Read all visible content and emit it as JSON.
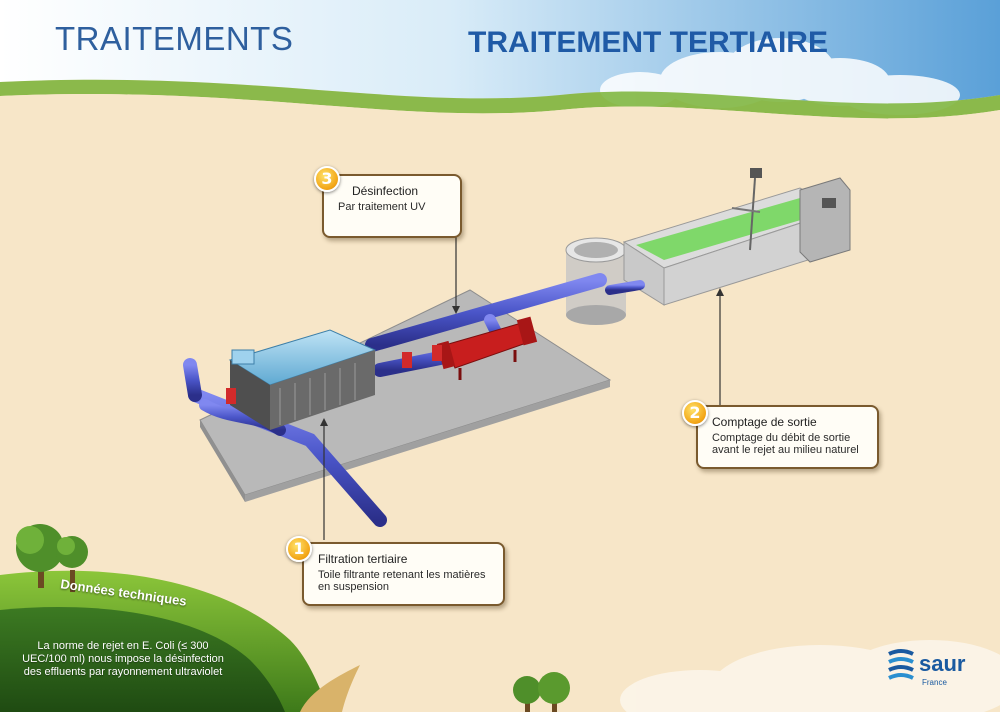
{
  "header": {
    "section": "TRAITEMENTS",
    "title": "TRAITEMENT TERTIAIRE"
  },
  "callouts": [
    {
      "number": "1",
      "title": "Filtration tertiaire",
      "text": "Toile filtrante retenant les matières en suspension"
    },
    {
      "number": "2",
      "title": "Comptage de sortie",
      "text": "Comptage du débit de sortie avant le rejet au milieu naturel"
    },
    {
      "number": "3",
      "title": "Désinfection",
      "text": "Par traitement UV"
    }
  ],
  "technical_data": {
    "title": "Données techniques",
    "text": "La norme de rejet en E. Coli (≤ 300 UEC/100 ml) nous impose la désinfection des effluents par rayonnement ultraviolet"
  },
  "logo": {
    "name": "saur",
    "country": "France"
  },
  "colors": {
    "title_blue": "#1f5aa6",
    "pipe_blue": "#4a55c8",
    "uv_red": "#c81e1e",
    "channel_green": "#7fd86a",
    "background": "#f7e6c8"
  }
}
